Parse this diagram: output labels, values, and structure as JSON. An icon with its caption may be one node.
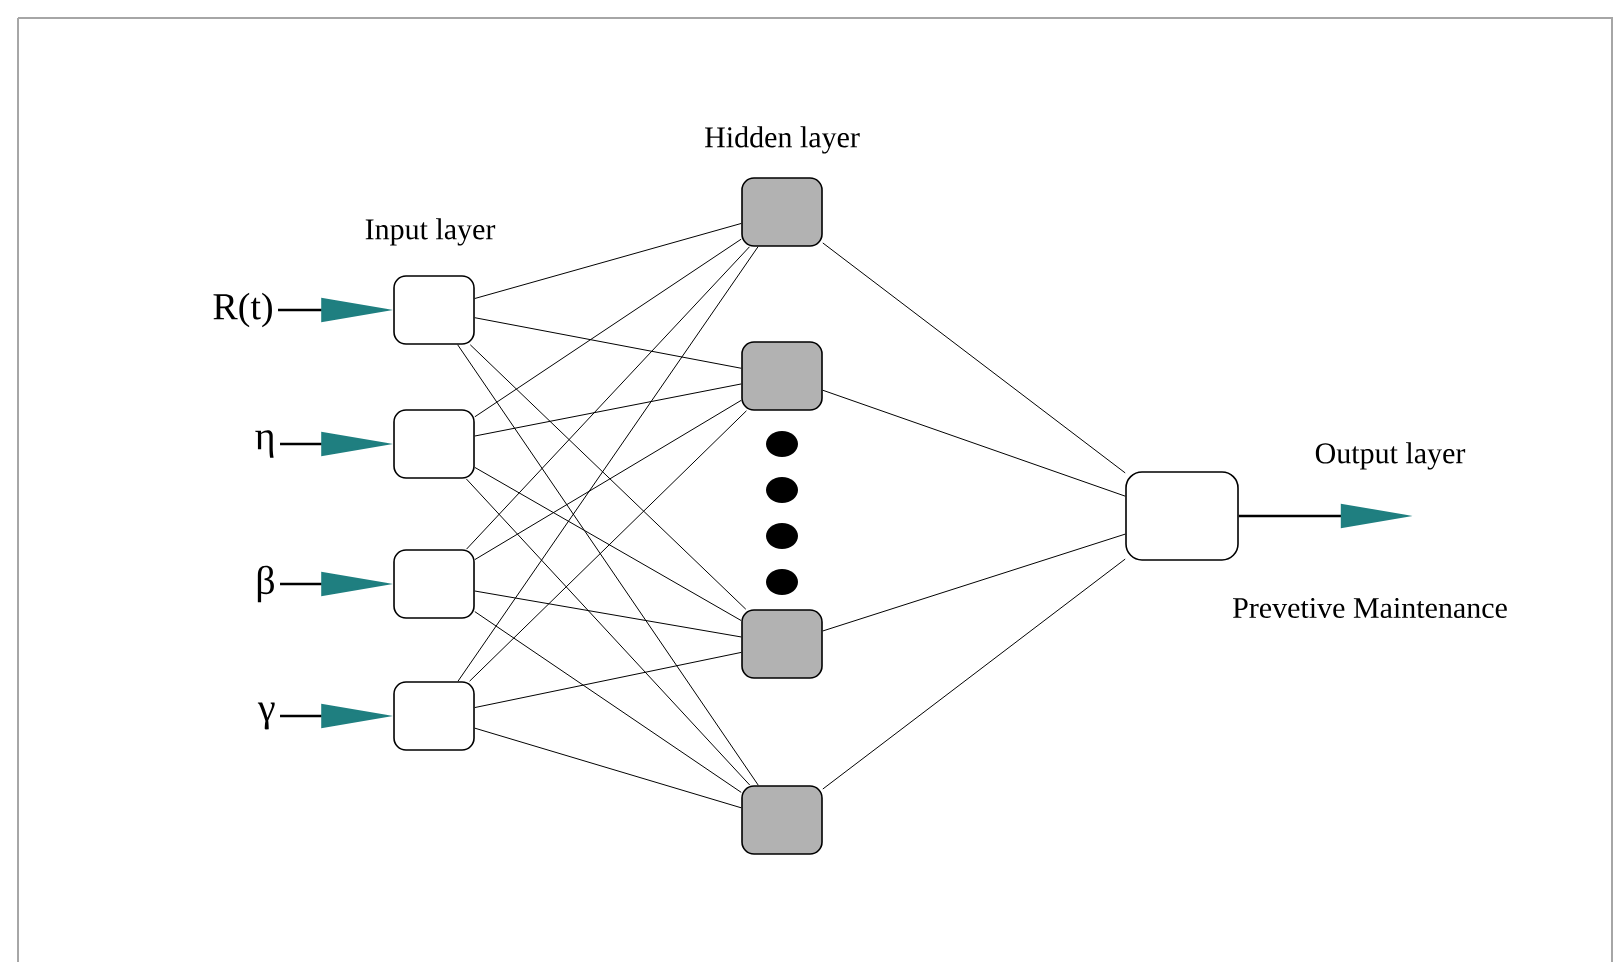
{
  "diagram": {
    "nodes": [
      {
        "text": [
          "R(t)"
        ]
      },
      {
        "text": [
          "η"
        ]
      },
      {
        "text": [
          "β"
        ]
      },
      {
        "text": [
          "γ"
        ]
      },
      {
        "text": [],
        "shape": "box"
      },
      {
        "text": [],
        "shape": "box"
      },
      {
        "text": [],
        "shape": "box"
      },
      {
        "text": [],
        "shape": "box"
      },
      {
        "text": [],
        "shape": "box"
      },
      {
        "text": [],
        "shape": "box"
      },
      {
        "text": [],
        "shape": "box"
      },
      {
        "text": [],
        "shape": "box"
      },
      {
        "text": [],
        "shape": "box"
      }
    ],
    "edges": [
      {
        "from": 0,
        "to": 4,
        "arrow": "to"
      },
      {
        "from": 1,
        "to": 5,
        "arrow": "to"
      },
      {
        "from": 2,
        "to": 6,
        "arrow": "to"
      },
      {
        "from": 3,
        "to": 7,
        "arrow": "to"
      },
      {
        "from": 4,
        "to": 8,
        "arrow": "none"
      },
      {
        "from": 4,
        "to": 9,
        "arrow": "none"
      },
      {
        "from": 4,
        "to": 10,
        "arrow": "none"
      },
      {
        "from": 4,
        "to": 11,
        "arrow": "none"
      },
      {
        "from": 5,
        "to": 8,
        "arrow": "none"
      },
      {
        "from": 5,
        "to": 9,
        "arrow": "none"
      },
      {
        "from": 5,
        "to": 10,
        "arrow": "none"
      },
      {
        "from": 5,
        "to": 11,
        "arrow": "none"
      },
      {
        "from": 6,
        "to": 8,
        "arrow": "none"
      },
      {
        "from": 6,
        "to": 9,
        "arrow": "none"
      },
      {
        "from": 6,
        "to": 10,
        "arrow": "none"
      },
      {
        "from": 6,
        "to": 11,
        "arrow": "none"
      },
      {
        "from": 7,
        "to": 8,
        "arrow": "none"
      },
      {
        "from": 7,
        "to": 9,
        "arrow": "none"
      },
      {
        "from": 7,
        "to": 10,
        "arrow": "none"
      },
      {
        "from": 7,
        "to": 11,
        "arrow": "none"
      },
      {
        "from": 8,
        "to": 12,
        "arrow": "none"
      },
      {
        "from": 9,
        "to": 12,
        "arrow": "none"
      },
      {
        "from": 10,
        "to": 12,
        "arrow": "none"
      },
      {
        "from": 11,
        "to": 12,
        "arrow": "none"
      },
      {
        "from": 12,
        "to": null,
        "arrow": "to"
      }
    ],
    "labels": [
      "Hidden layer",
      "Input layer",
      "Output layer",
      "Prevetive Maintenance"
    ]
  }
}
